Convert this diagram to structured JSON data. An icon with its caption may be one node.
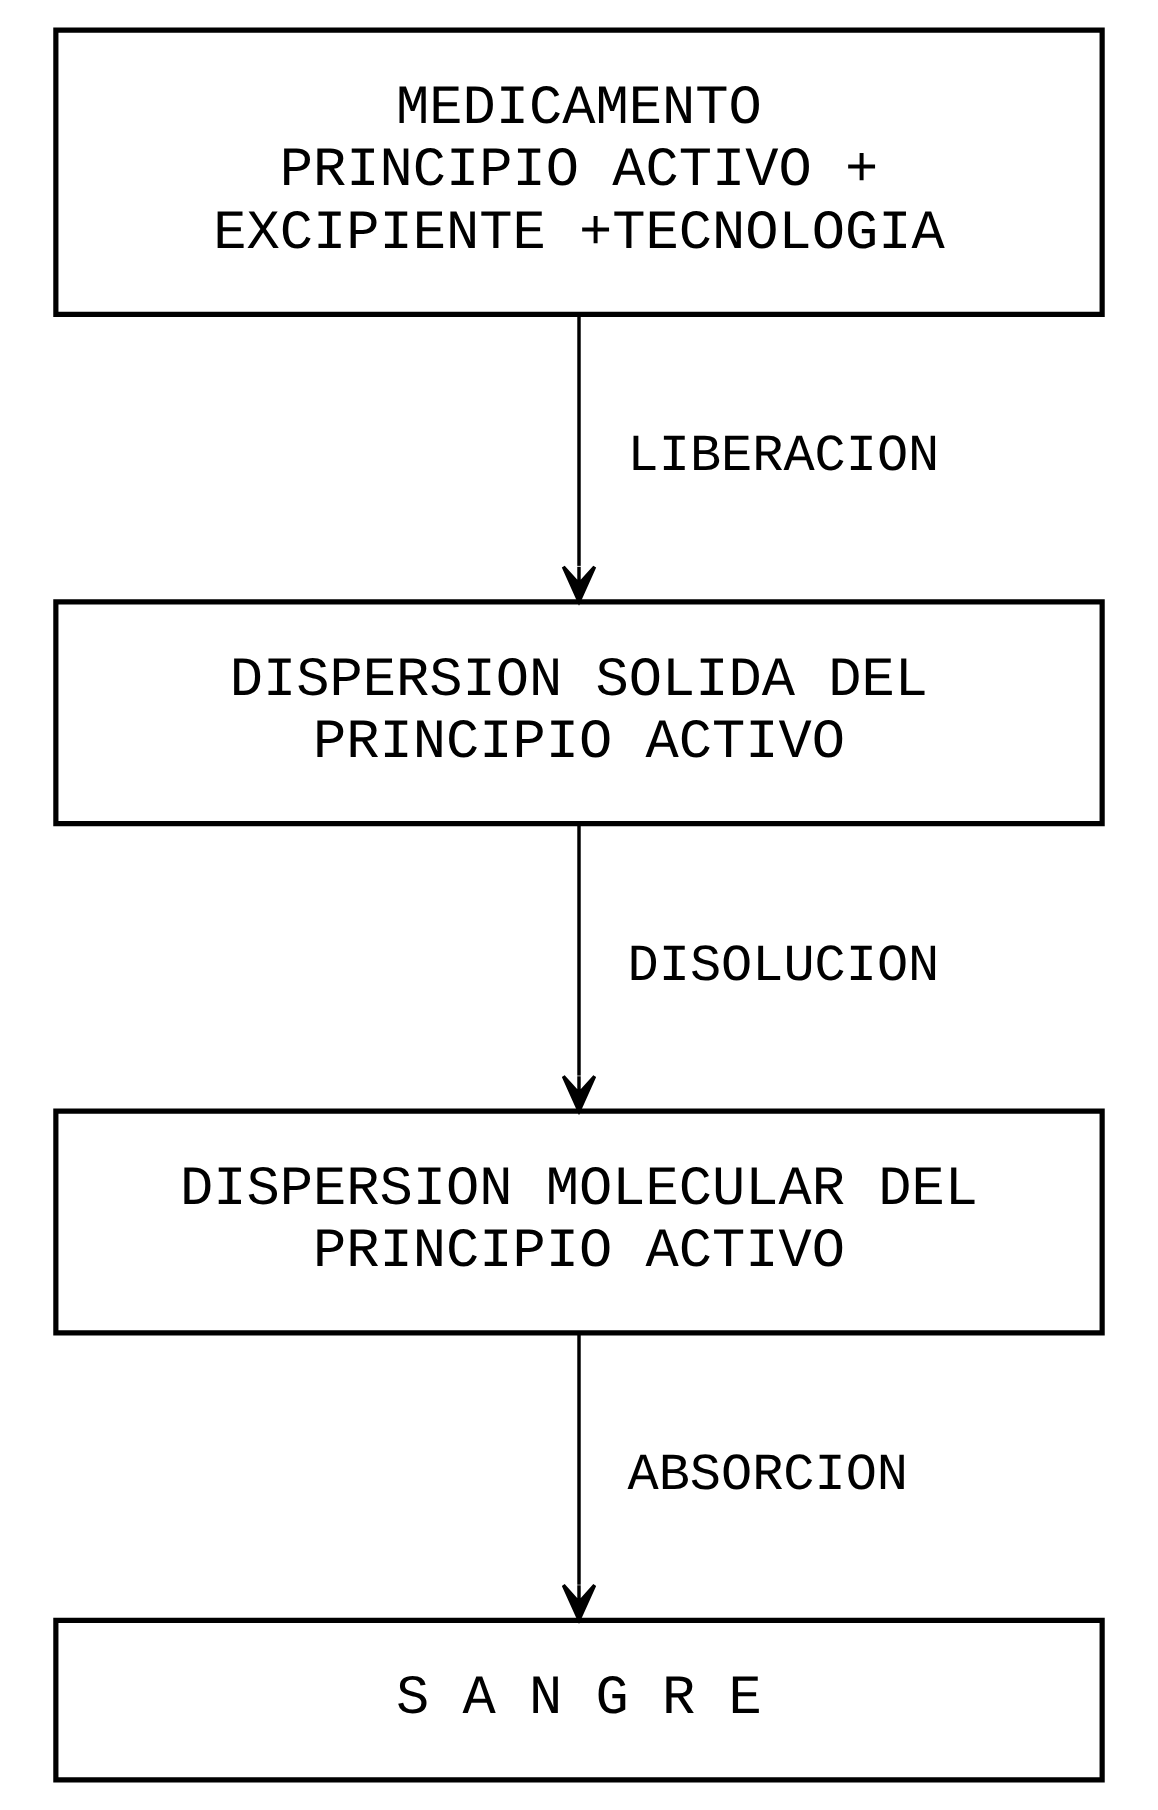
{
  "diagram": {
    "nodes": [
      {
        "text": [
          "MEDICAMENTO",
          "PRINCIPIO ACTIVO + EXCIPIENTE +TECNOLOGIA"
        ]
      },
      {
        "text": [
          "DISPERSION SOLIDA DEL PRINCIPIO ACTIVO"
        ]
      },
      {
        "text": [
          "DISPERSION MOLECULAR DEL PRINCIPIO ACTIVO"
        ]
      },
      {
        "text": [
          "S A N G R E"
        ]
      }
    ],
    "edges": [
      {
        "from": 0,
        "to": 1,
        "arrow": "to",
        "label": "LIBERACION"
      },
      {
        "from": 1,
        "to": 2,
        "arrow": "to",
        "label": "DISOLUCION"
      },
      {
        "from": 2,
        "to": 3,
        "arrow": "to",
        "label": "ABSORCION"
      }
    ]
  }
}
